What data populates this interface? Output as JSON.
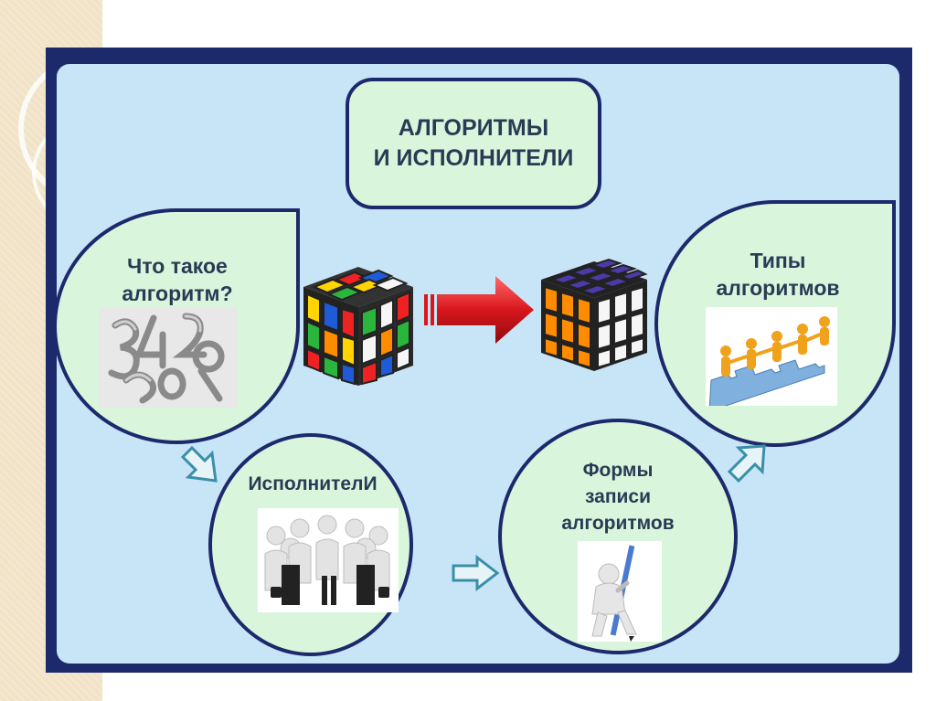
{
  "title": "АЛГОРИТМЫ\nИ ИСПОЛНИТЕЛИ",
  "nodes": [
    {
      "label": "Что такое\nалгоритм?"
    },
    {
      "label": "ИсполнителИ"
    },
    {
      "label": "Формы\nзаписи\nалгоритмов"
    },
    {
      "label": "Типы\nалгоритмов"
    }
  ],
  "colors": {
    "frame": "#1c2a6c",
    "background": "#c8e5f7",
    "bubble": "#d9f6dd",
    "text": "#293b54",
    "arrow_red": "#d8171c",
    "arrow_hollow": "#3a8fa8"
  },
  "icons": [
    "rubiks-cube-scrambled",
    "red-arrow-right",
    "rubiks-cube-solved",
    "digits-3d",
    "business-team",
    "person-with-pen",
    "people-puzzle-chain"
  ]
}
